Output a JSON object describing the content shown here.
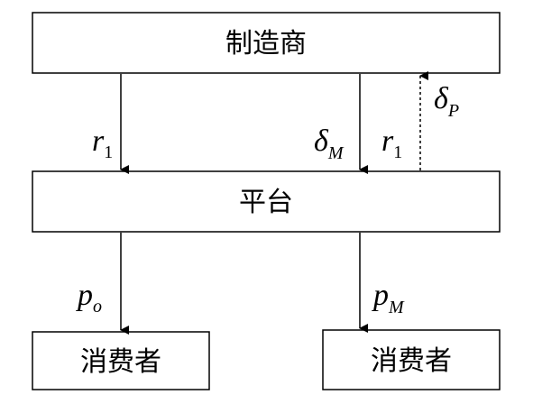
{
  "boxes": {
    "manufacturer": "制造商",
    "platform": "平台",
    "consumer_left": "消费者",
    "consumer_right": "消费者"
  },
  "labels": {
    "r1_left": {
      "main": "r",
      "sub": "1"
    },
    "delta_m": {
      "main": "δ",
      "sub": "M"
    },
    "r1_right": {
      "main": "r",
      "sub": "1"
    },
    "delta_p": {
      "main": "δ",
      "sub": "P"
    },
    "p_o": {
      "main": "p",
      "sub": "o"
    },
    "p_m": {
      "main": "p",
      "sub": "M"
    }
  },
  "colors": {
    "stroke": "#000000",
    "background": "#ffffff"
  }
}
